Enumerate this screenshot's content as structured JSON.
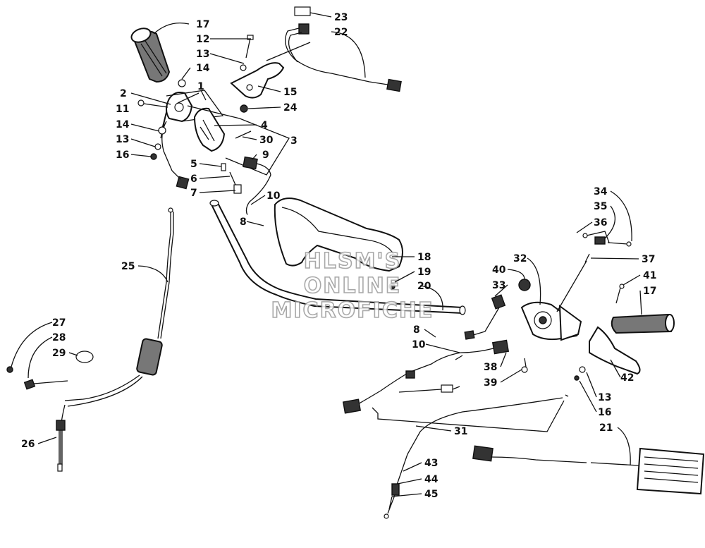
{
  "watermark": [
    "HLSM'S",
    "ONLINE",
    "MICROFICHE"
  ],
  "callouts": [
    {
      "id": "c17a",
      "text": "17"
    },
    {
      "id": "c12",
      "text": "12"
    },
    {
      "id": "c13a",
      "text": "13"
    },
    {
      "id": "c14a",
      "text": "14"
    },
    {
      "id": "c1",
      "text": "1"
    },
    {
      "id": "c2",
      "text": "2"
    },
    {
      "id": "c11",
      "text": "11"
    },
    {
      "id": "c14b",
      "text": "14"
    },
    {
      "id": "c13b",
      "text": "13"
    },
    {
      "id": "c16a",
      "text": "16"
    },
    {
      "id": "c23",
      "text": "23"
    },
    {
      "id": "c22",
      "text": "22"
    },
    {
      "id": "c15",
      "text": "15"
    },
    {
      "id": "c24",
      "text": "24"
    },
    {
      "id": "c4",
      "text": "4"
    },
    {
      "id": "c30",
      "text": "30"
    },
    {
      "id": "c3",
      "text": "3"
    },
    {
      "id": "c9",
      "text": "9"
    },
    {
      "id": "c5",
      "text": "5"
    },
    {
      "id": "c6",
      "text": "6"
    },
    {
      "id": "c7",
      "text": "7"
    },
    {
      "id": "c10a",
      "text": "10"
    },
    {
      "id": "c8a",
      "text": "8"
    },
    {
      "id": "c25",
      "text": "25"
    },
    {
      "id": "c18",
      "text": "18"
    },
    {
      "id": "c19",
      "text": "19"
    },
    {
      "id": "c20",
      "text": "20"
    },
    {
      "id": "c27",
      "text": "27"
    },
    {
      "id": "c28",
      "text": "28"
    },
    {
      "id": "c29",
      "text": "29"
    },
    {
      "id": "c26",
      "text": "26"
    },
    {
      "id": "c34",
      "text": "34"
    },
    {
      "id": "c35",
      "text": "35"
    },
    {
      "id": "c36",
      "text": "36"
    },
    {
      "id": "c32",
      "text": "32"
    },
    {
      "id": "c37",
      "text": "37"
    },
    {
      "id": "c40",
      "text": "40"
    },
    {
      "id": "c41",
      "text": "41"
    },
    {
      "id": "c33",
      "text": "33"
    },
    {
      "id": "c17b",
      "text": "17"
    },
    {
      "id": "c8b",
      "text": "8"
    },
    {
      "id": "c10b",
      "text": "10"
    },
    {
      "id": "c38",
      "text": "38"
    },
    {
      "id": "c39",
      "text": "39"
    },
    {
      "id": "c42",
      "text": "42"
    },
    {
      "id": "c13c",
      "text": "13"
    },
    {
      "id": "c16b",
      "text": "16"
    },
    {
      "id": "c21",
      "text": "21"
    },
    {
      "id": "c31",
      "text": "31"
    },
    {
      "id": "c43",
      "text": "43"
    },
    {
      "id": "c44",
      "text": "44"
    },
    {
      "id": "c45",
      "text": "45"
    }
  ]
}
